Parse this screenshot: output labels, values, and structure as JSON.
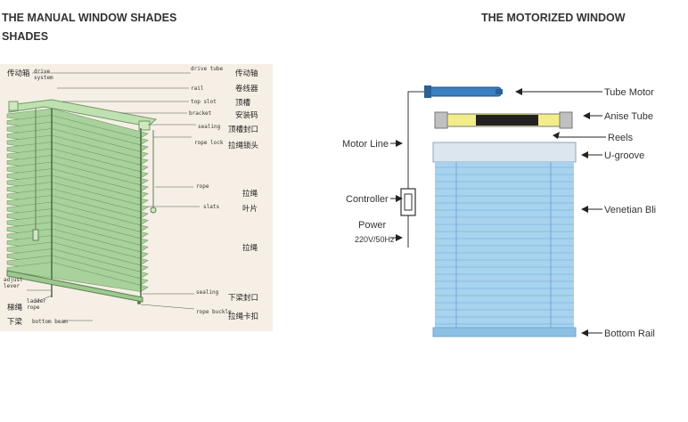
{
  "headings": {
    "manual_line1": "THE MANUAL WINDOW SHADES",
    "manual_line2": "SHADES",
    "motorized": "THE MOTORIZED WINDOW"
  },
  "manual_diagram": {
    "left_labels": [
      {
        "zh": "传动箱",
        "en1": "drive",
        "en2": "system"
      },
      {
        "zh": "",
        "en1": "adjust",
        "en2": "lever"
      },
      {
        "zh": "梯绳",
        "en1": "ladder",
        "en2": "rope"
      },
      {
        "zh": "下梁",
        "en1": "bottom beam",
        "en2": ""
      }
    ],
    "right_labels": [
      {
        "en": "drive tube",
        "zh": "传动轴"
      },
      {
        "en": "rail",
        "zh": "卷线器"
      },
      {
        "en": "top slot",
        "zh": "顶槽"
      },
      {
        "en": "bracket",
        "zh": "安装码"
      },
      {
        "en": "sealing",
        "zh": "顶槽封口"
      },
      {
        "en": "rope lock",
        "zh": "拉绳锁头"
      },
      {
        "en": "rope",
        "zh": "拉绳"
      },
      {
        "en": "slats",
        "zh": "叶片"
      },
      {
        "en": "",
        "zh": "拉绳"
      },
      {
        "en": "sealing",
        "zh": "下梁封口"
      },
      {
        "en": "rope buckle",
        "zh": "拉绳卡扣"
      }
    ],
    "colors": {
      "slat": "#a9d19b",
      "slat_edge": "#6f9a63",
      "background": "#f6efe6"
    }
  },
  "motor_diagram": {
    "labels": {
      "tube_motor": "Tube Motor",
      "anise_tube": "Anise Tube",
      "reels": "Reels",
      "u_groove": "U-groove",
      "venetian": "Venetian Blinds",
      "bottom_rail": "Bottom Rail",
      "motor_line": "Motor Line",
      "controller": "Controller",
      "power": "Power",
      "voltage": "220V/50Hz"
    },
    "colors": {
      "blind": "#a8d3ee",
      "rail": "#8cc0e3",
      "motor": "#3a7fc1",
      "reel": "#f3ec8a"
    }
  }
}
